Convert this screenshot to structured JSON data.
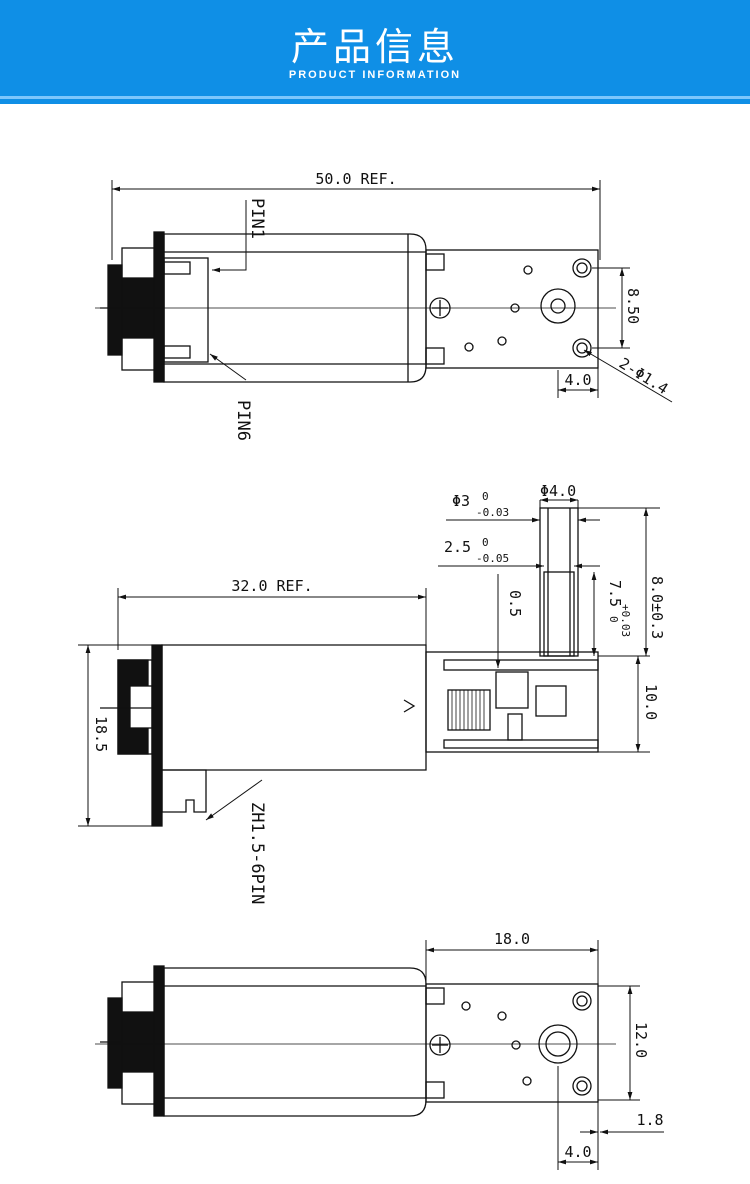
{
  "header": {
    "title_cn": "产品信息",
    "title_en": "PRODUCT INFORMATION"
  },
  "top_view": {
    "length_label": "50.0 REF.",
    "pin1_label": "PIN1",
    "pin6_label": "PIN6",
    "hole_spacing_label": "8.50",
    "hole_label": "2-Φ1.4",
    "offset_label": "4.0"
  },
  "side_view": {
    "length_label": "32.0 REF.",
    "height_label": "18.5",
    "shaft_dia_label": "Φ3",
    "shaft_dia_tol_upper": "0",
    "shaft_dia_tol_lower": "-0.03",
    "flat_label": "2.5",
    "flat_tol_upper": "0",
    "flat_tol_lower": "-0.05",
    "outer_dia_label": "Φ4.0",
    "gap_label": "0.5",
    "flat_len_label": "7.5",
    "flat_len_tol_upper": "+0.03",
    "flat_len_tol_lower": "0",
    "shaft_len_label": "8.0±0.3",
    "gearbox_height_label": "10.0",
    "connector_label": "ZH1.5-6PIN"
  },
  "bottom_view": {
    "gearbox_len_label": "18.0",
    "width_label": "12.0",
    "thickness_label": "1.8",
    "offset_label": "4.0"
  },
  "colors": {
    "banner": "#0f8fe6",
    "line": "#111111"
  }
}
